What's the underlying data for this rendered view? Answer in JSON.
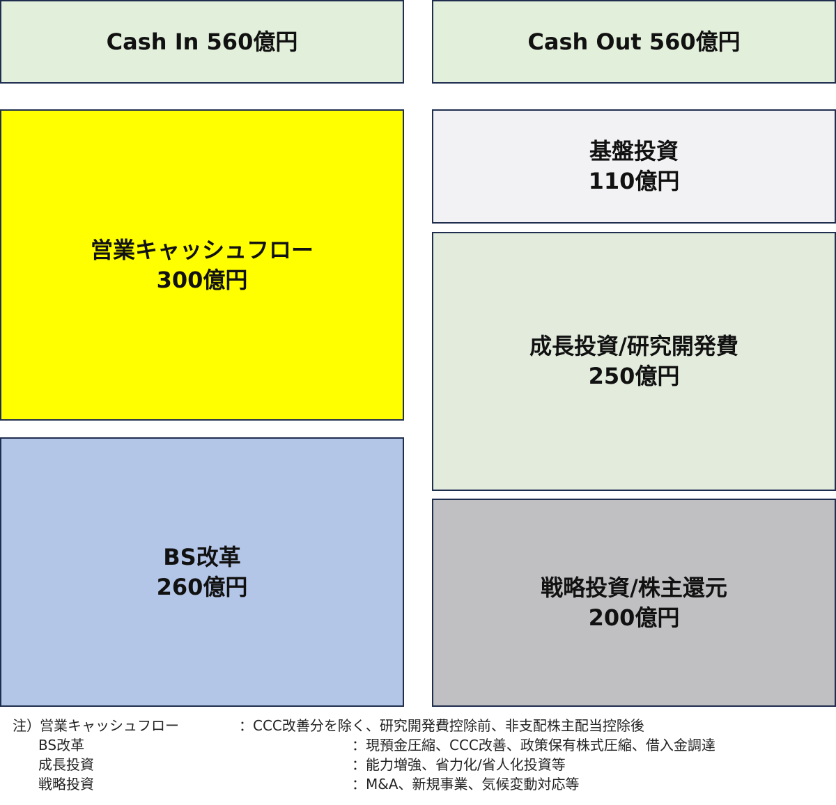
{
  "header": {
    "cash_in": "Cash In 560億円",
    "cash_out": "Cash Out 560億円"
  },
  "cash_in_items": [
    {
      "label": "営業キャッシュフロー",
      "amount": "300億円",
      "color": "#ffff00"
    },
    {
      "label": "BS改革",
      "amount": "260億円",
      "color": "#b4c6e7"
    }
  ],
  "cash_out_items": [
    {
      "label": "基盤投資",
      "amount": "110億円",
      "color": "#f2f2f2"
    },
    {
      "label": "成長投資/研究開発費",
      "amount": "250億円",
      "color": "#e2efda"
    },
    {
      "label": "戦略投資/株主還元",
      "amount": "200億円",
      "color": "#bfbfbf"
    }
  ],
  "colors": {
    "header_bg": "#e2efda",
    "border": "#1f2d4f"
  },
  "notes": {
    "prefix": "注）",
    "rows": [
      {
        "term": "営業キャッシュフロー",
        "desc": "：CCC改善分を除く、研究開発費控除前、非支配株主配当控除後"
      },
      {
        "term": "BS改革",
        "desc": "：現預金圧縮、CCC改善、政策保有株式圧縮、借入金調達"
      },
      {
        "term": "成長投資",
        "desc": "：能力増強、省力化/省人化投資等"
      },
      {
        "term": "戦略投資",
        "desc": "：M&A、新規事業、気候変動対応等"
      }
    ]
  }
}
